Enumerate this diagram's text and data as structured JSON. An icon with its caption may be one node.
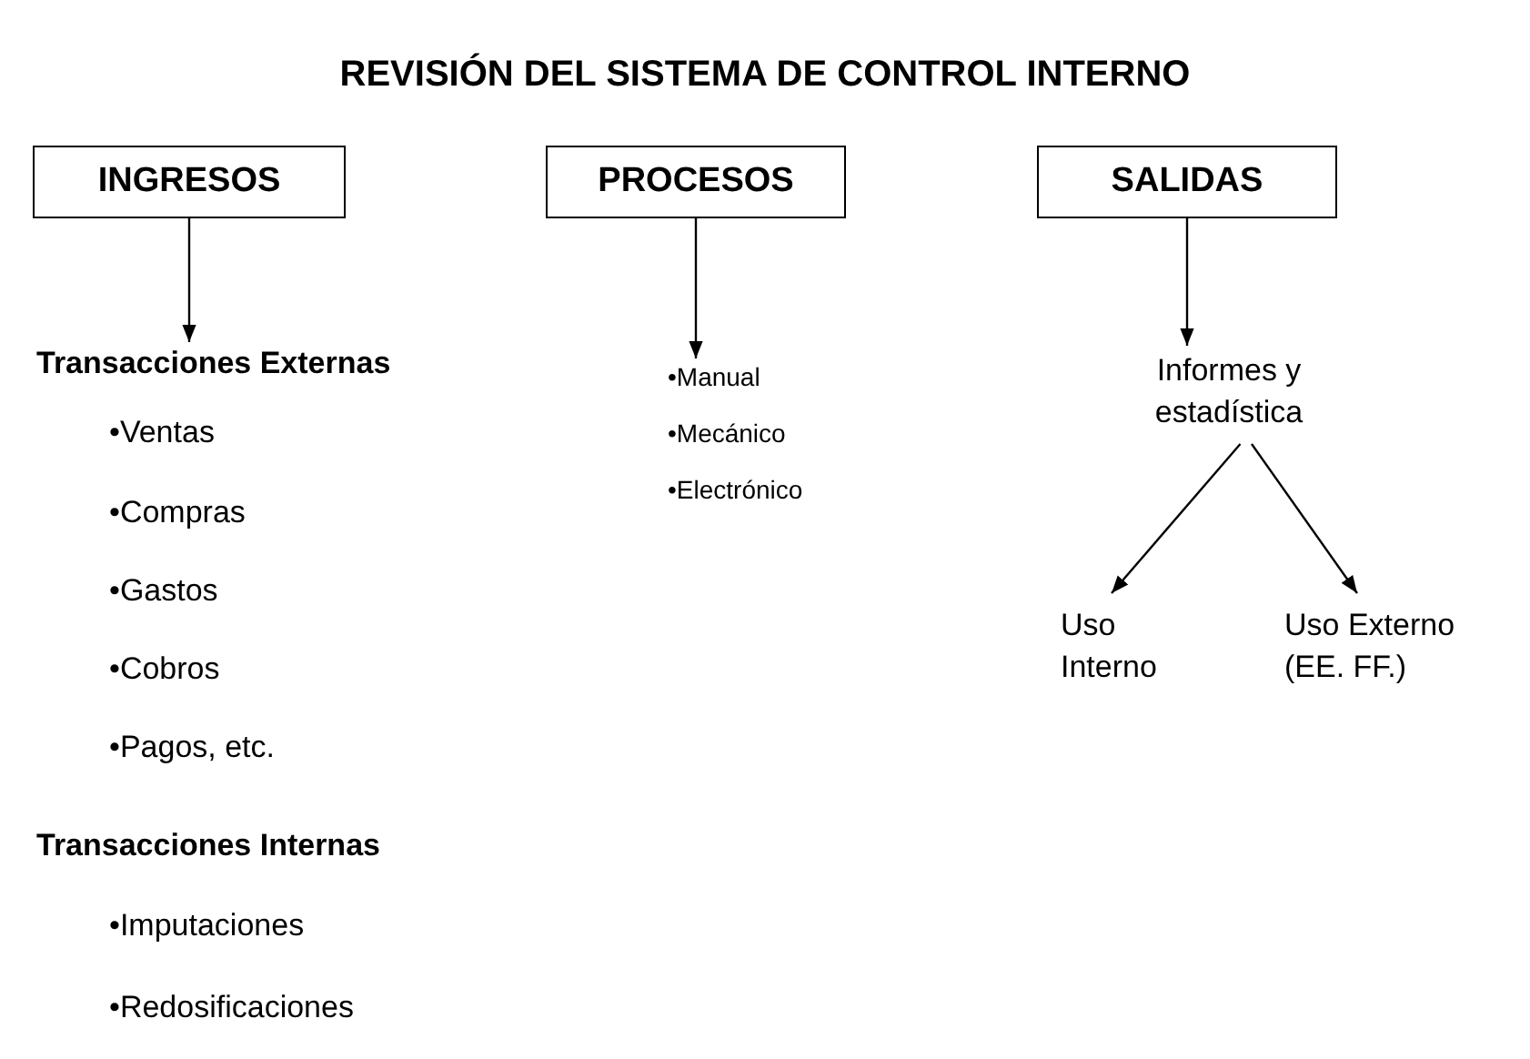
{
  "diagram": {
    "title": "REVISIÓN DEL SISTEMA DE CONTROL INTERNO",
    "nodes": [
      {
        "text": [
          "INGRESOS"
        ]
      },
      {
        "text": [
          "PROCESOS"
        ]
      },
      {
        "text": [
          "SALIDAS"
        ]
      },
      {
        "text": [
          "Transacciones Externas"
        ]
      },
      {
        "text": [
          "•Manual",
          "•Mecánico",
          "•Electrónico"
        ]
      },
      {
        "text": [
          "Informes y estadística"
        ]
      },
      {
        "text": [
          "Uso Interno"
        ]
      },
      {
        "text": [
          "Uso Externo (EE. FF.)"
        ]
      }
    ],
    "edges": [
      {
        "from": 0,
        "to": 3,
        "arrow": "to"
      },
      {
        "from": 1,
        "to": 4,
        "arrow": "to"
      },
      {
        "from": 2,
        "to": 5,
        "arrow": "to"
      },
      {
        "from": 5,
        "to": 6,
        "arrow": "to"
      },
      {
        "from": 5,
        "to": 7,
        "arrow": "to"
      }
    ],
    "labels": [
      "•Ventas",
      "•Compras",
      "•Gastos",
      "•Cobros",
      "•Pagos, etc.",
      "Transacciones Internas",
      "•Imputaciones",
      "•Redosificaciones"
    ]
  }
}
